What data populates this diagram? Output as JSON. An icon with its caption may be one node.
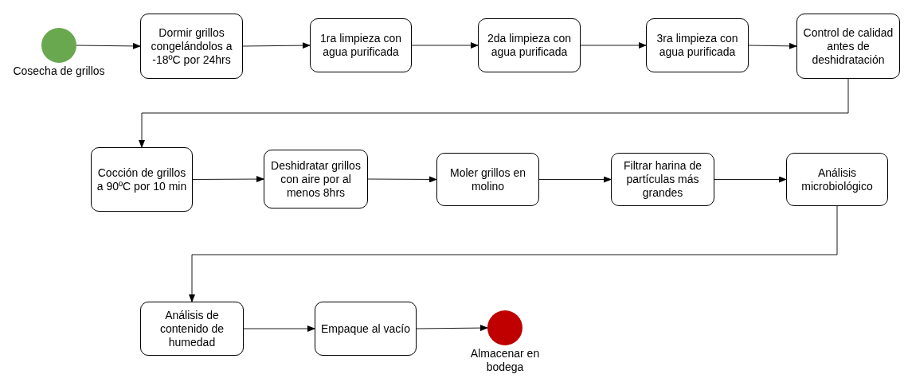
{
  "diagram": {
    "nodes": [
      {
        "text": [],
        "shape": "circle",
        "beside": [
          "Cosecha de grillos"
        ]
      },
      {
        "text": [
          "Dormir grillos congelándolos a -18ºC por 24hrs"
        ]
      },
      {
        "text": [
          "1ra limpieza con agua purificada"
        ]
      },
      {
        "text": [
          "2da limpieza con agua purificada"
        ]
      },
      {
        "text": [
          "3ra limpieza con agua purificada"
        ]
      },
      {
        "text": [
          "Control de calidad antes de deshidratación"
        ]
      },
      {
        "text": [
          "Cocción de grillos a 90ºC por 10 min"
        ]
      },
      {
        "text": [
          "Deshidratar grillos con aire por al menos 8hrs"
        ]
      },
      {
        "text": [
          "Moler grillos en molino"
        ]
      },
      {
        "text": [
          "Filtrar harina de partículas más grandes"
        ]
      },
      {
        "text": [
          "Análisis microbiológico"
        ]
      },
      {
        "text": [
          "Análisis de contenido de humedad"
        ]
      },
      {
        "text": [
          "Empaque al vacío"
        ]
      },
      {
        "text": [],
        "shape": "circle",
        "beside": [
          "Almacenar en bodega"
        ]
      }
    ],
    "edges": [
      {
        "from": 0,
        "to": 1,
        "arrow": "to"
      },
      {
        "from": 1,
        "to": 2,
        "arrow": "to"
      },
      {
        "from": 2,
        "to": 3,
        "arrow": "to"
      },
      {
        "from": 3,
        "to": 4,
        "arrow": "to"
      },
      {
        "from": 4,
        "to": 5,
        "arrow": "to"
      },
      {
        "from": 5,
        "to": 6,
        "arrow": "to"
      },
      {
        "from": 6,
        "to": 7,
        "arrow": "to"
      },
      {
        "from": 7,
        "to": 8,
        "arrow": "to"
      },
      {
        "from": 8,
        "to": 9,
        "arrow": "to"
      },
      {
        "from": 9,
        "to": 10,
        "arrow": "to"
      },
      {
        "from": 10,
        "to": 11,
        "arrow": "to"
      },
      {
        "from": 11,
        "to": 12,
        "arrow": "to"
      },
      {
        "from": 12,
        "to": 13,
        "arrow": "to"
      }
    ]
  }
}
